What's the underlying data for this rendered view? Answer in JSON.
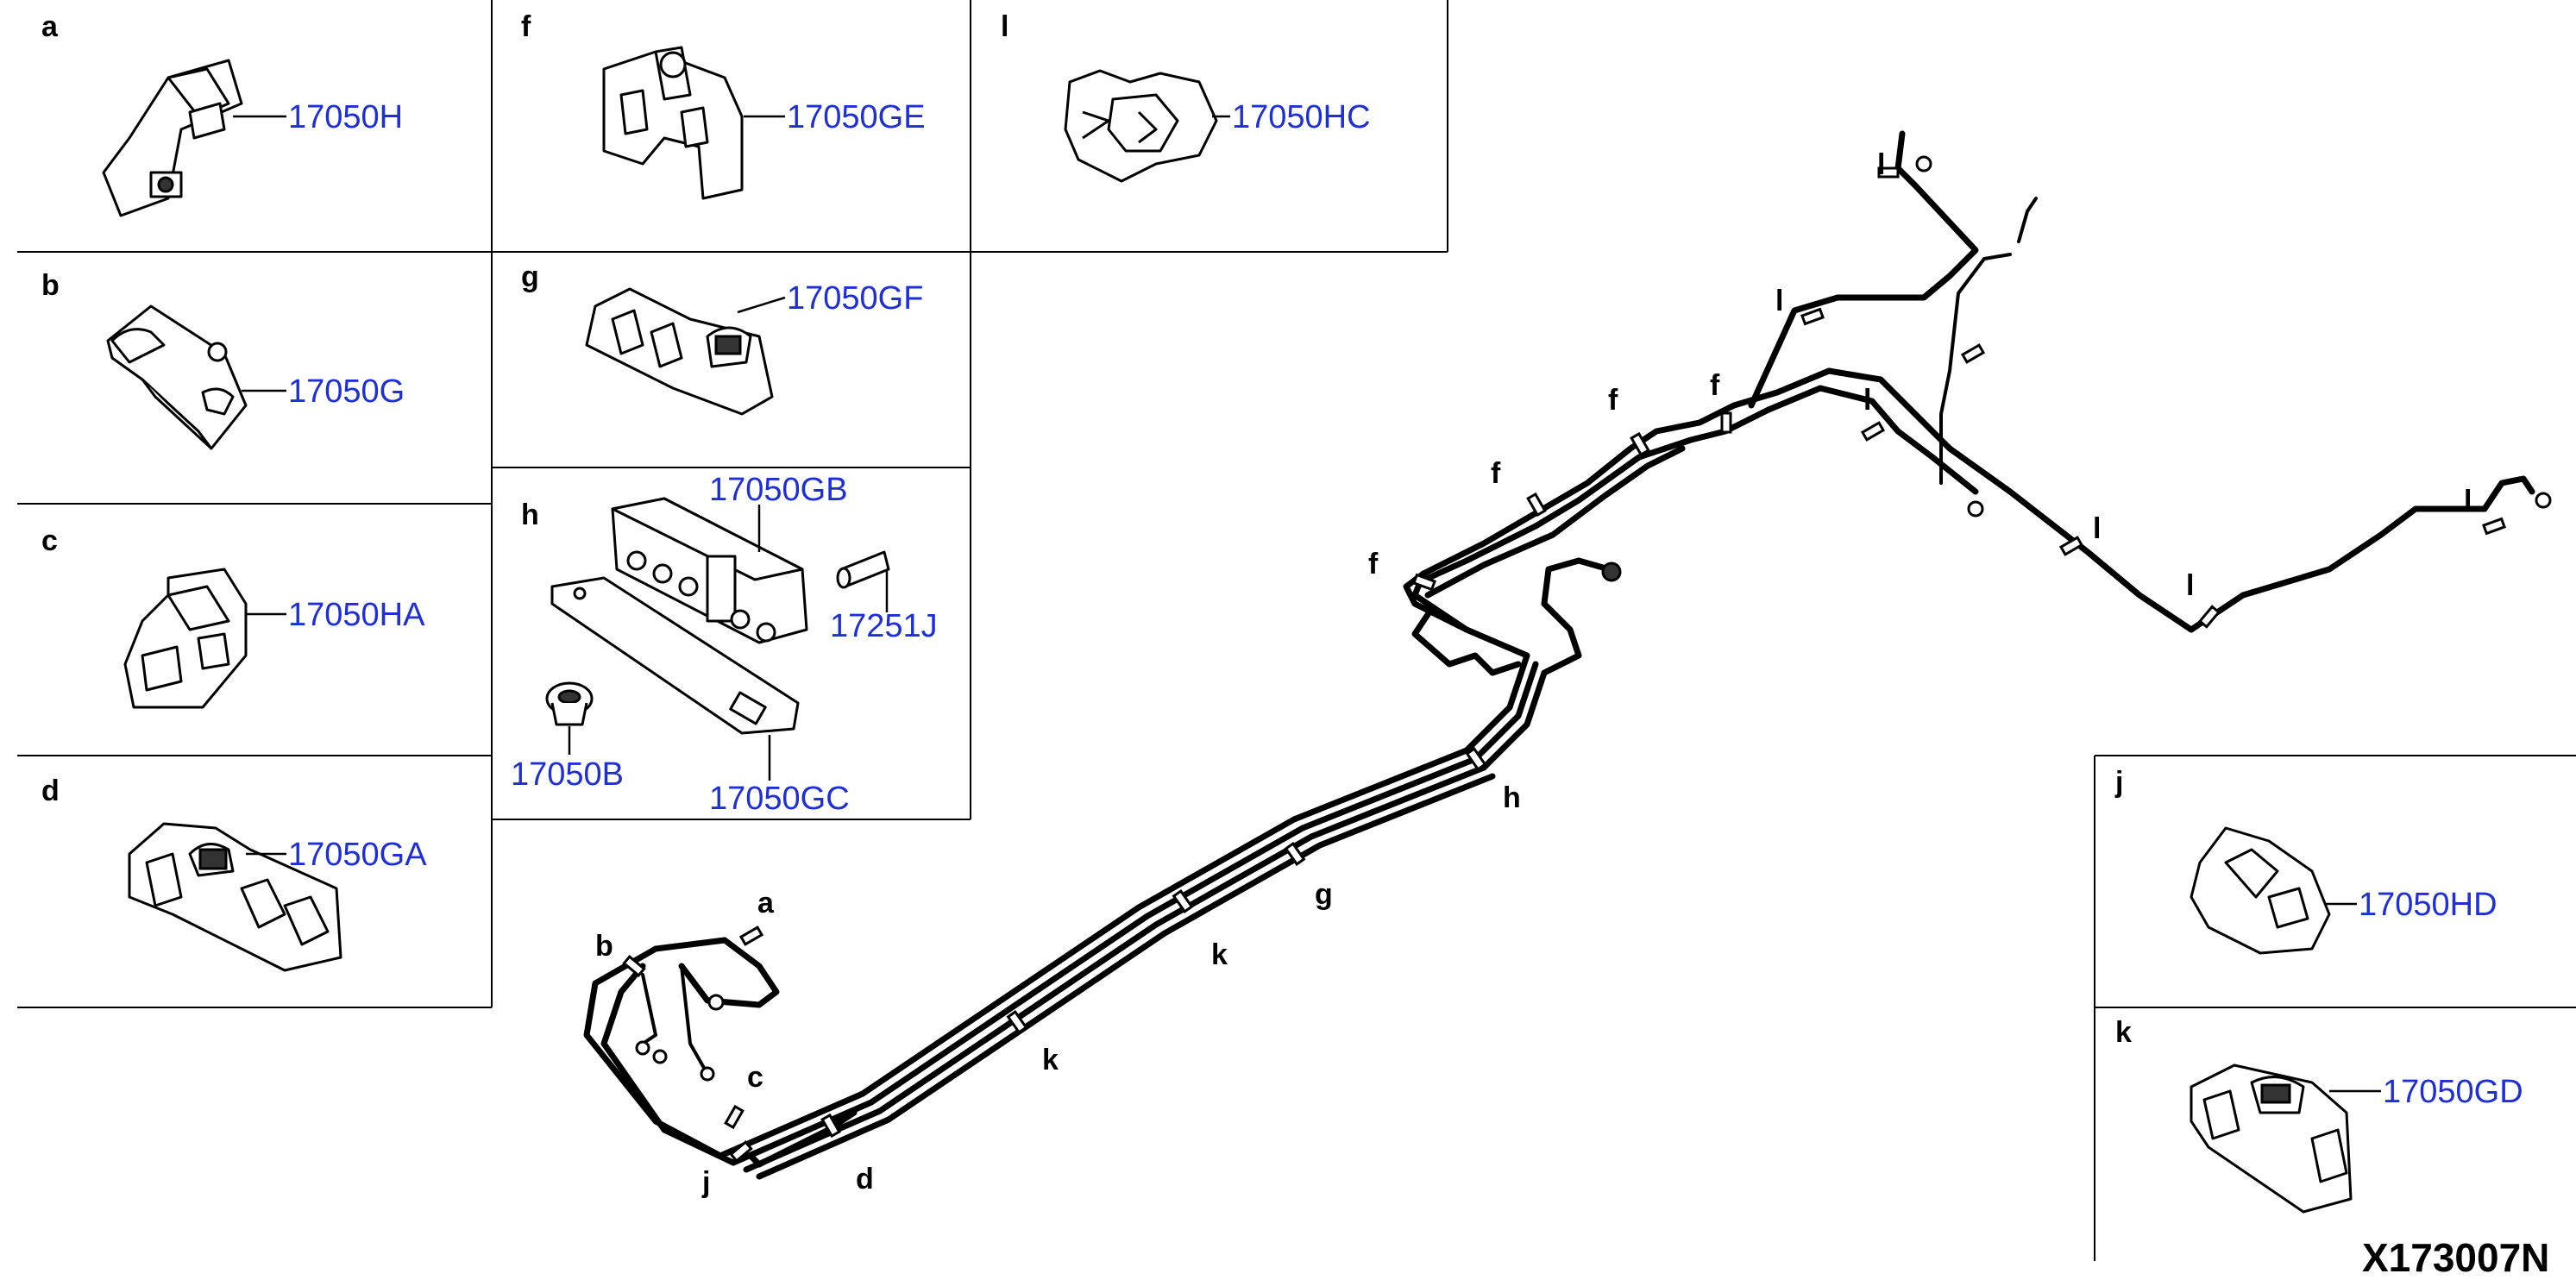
{
  "diagram_code": "X173007N",
  "panels": [
    {
      "letter": "a",
      "part": "17050H"
    },
    {
      "letter": "b",
      "part": "17050G"
    },
    {
      "letter": "c",
      "part": "17050HA"
    },
    {
      "letter": "d",
      "part": "17050GA"
    },
    {
      "letter": "f",
      "part": "17050GE"
    },
    {
      "letter": "g",
      "part": "17050GF"
    },
    {
      "letter": "h",
      "parts": [
        "17050GB",
        "17251J",
        "17050B",
        "17050GC"
      ]
    },
    {
      "letter": "l",
      "part": "17050HC"
    },
    {
      "letter": "j",
      "part": "17050HD"
    },
    {
      "letter": "k",
      "part": "17050GD"
    }
  ],
  "callouts": {
    "a": "a",
    "b": "b",
    "c": "c",
    "d": "d",
    "f": "f",
    "g": "g",
    "h": "h",
    "j": "j",
    "k": "k",
    "l": "l"
  }
}
